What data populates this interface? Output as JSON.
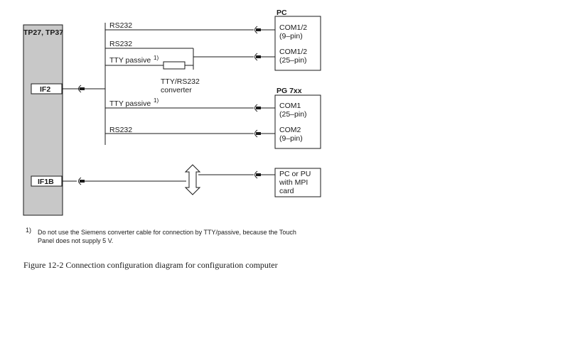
{
  "device": {
    "title": "TP27, TP37"
  },
  "interfaces": {
    "if2": "IF2",
    "if1b": "IF1B"
  },
  "pc": {
    "title": "PC",
    "port1": [
      "COM1/2",
      "(9–pin)"
    ],
    "port2": [
      "COM1/2",
      "(25–pin)"
    ]
  },
  "pg": {
    "title": "PG 7xx",
    "port1": [
      "COM1",
      "(25–pin)"
    ],
    "port2": [
      "COM2",
      "(9–pin)"
    ]
  },
  "pu": {
    "lines": [
      "PC or PU",
      "with MPI",
      "card"
    ]
  },
  "lines": {
    "rs232_a": "RS232",
    "rs232_b": "RS232",
    "tty_a": "TTY passive",
    "tty_b": "TTY passive",
    "rs232_c": "RS232",
    "footnote_mark": "1)"
  },
  "converter": [
    "TTY/RS232",
    "converter"
  ],
  "footnote": {
    "mark": "1)",
    "line1": "Do not use the Siemens converter cable for connection by TTY/passive, because the Touch",
    "line2": "Panel does not supply 5 V."
  },
  "caption": "Figure 12-2   Connection configuration diagram for configuration computer"
}
